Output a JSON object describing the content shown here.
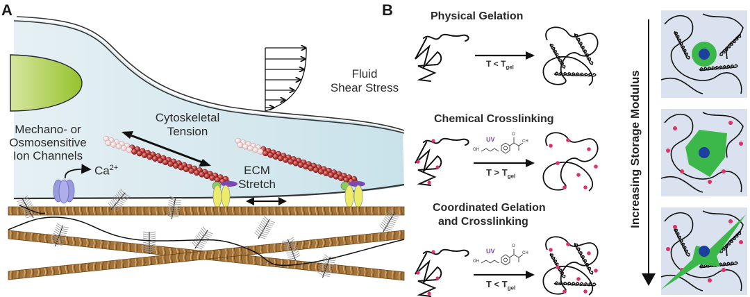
{
  "figure": {
    "panel_a": {
      "letter": "A",
      "labels": {
        "fluid_line1": "Fluid",
        "fluid_line2": "Shear Stress",
        "cyto_line1": "Cytoskeletal",
        "cyto_line2": "Tension",
        "ion_line1": "Mechano- or",
        "ion_line2": "Osmosensitive",
        "ion_line3": "Ion Channels",
        "calcium": "Ca",
        "calcium_sup": "2+",
        "ecm_line1": "ECM",
        "ecm_line2": "Stretch"
      }
    },
    "panel_b": {
      "letter": "B",
      "rows": [
        {
          "title": "Physical Gelation",
          "condition_main": "T < T",
          "condition_sub": "gel",
          "uv": ""
        },
        {
          "title": "Chemical Crosslinking",
          "condition_main": "T > T",
          "condition_sub": "gel",
          "uv": "UV"
        },
        {
          "title_line1": "Coordinated Gelation",
          "title_line2": "and Crosslinking",
          "condition_main": "T < T",
          "condition_sub": "gel",
          "uv": "UV"
        }
      ],
      "axis_label": "Increasing Storage Modulus",
      "molecule_labels": {
        "oh": "OH",
        "ch3": "CH",
        "o": "O"
      }
    },
    "colors": {
      "cell": "#d4e8ee",
      "nucleus": "#a8cc3a",
      "actin": "#b5393a",
      "collagen": "#9a6a30",
      "integrin": "#e8e26a",
      "ion_channel": "#9a9ade",
      "crosslink": "#e0306a",
      "cell_green": "#3cb84a",
      "cell_nucleus": "#1f3fa0",
      "box_bg": "#d9e2ee"
    }
  }
}
